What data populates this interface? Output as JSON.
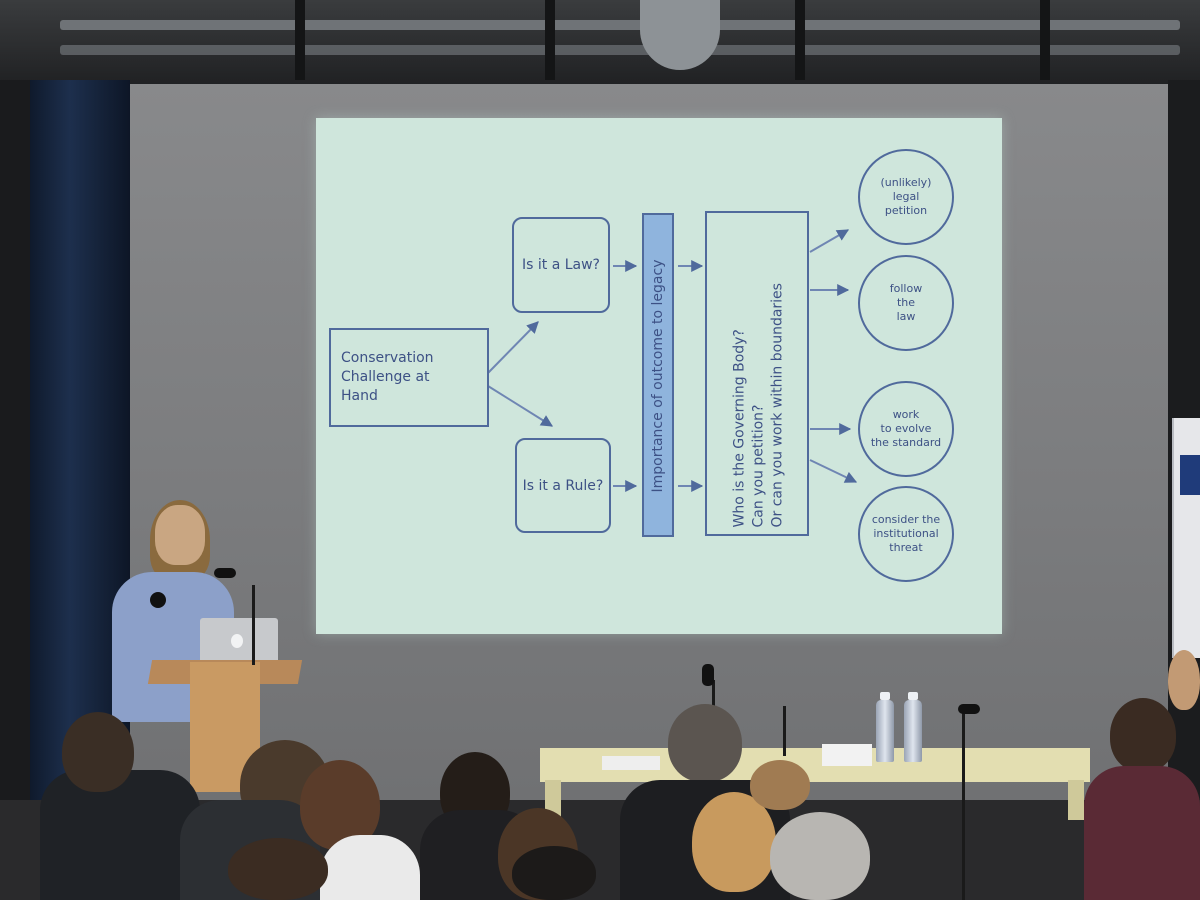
{
  "slide": {
    "start_box": "Conservation Challenge at Hand",
    "law_box": "Is it a Law?",
    "rule_box": "Is it a Rule?",
    "importance_bar": "Importance of outcome to legacy",
    "governing_lines": [
      "Who is the Governing Body?",
      "Can you petition?",
      "Or can you work within boundaries"
    ],
    "outcomes": [
      {
        "line1": "(unlikely)",
        "line2": "legal",
        "line3": "petition"
      },
      {
        "line1": "follow",
        "line2": "the",
        "line3": "law"
      },
      {
        "line1": "work",
        "line2": "to evolve",
        "line3": "the standard"
      },
      {
        "line1": "consider the",
        "line2": "institutional",
        "line3": "threat"
      }
    ]
  },
  "colors": {
    "slide_bg": "#cfe6dc",
    "diagram_stroke": "#506a9c",
    "highlight_bar": "#8fb4dd",
    "screen": "#808183"
  }
}
